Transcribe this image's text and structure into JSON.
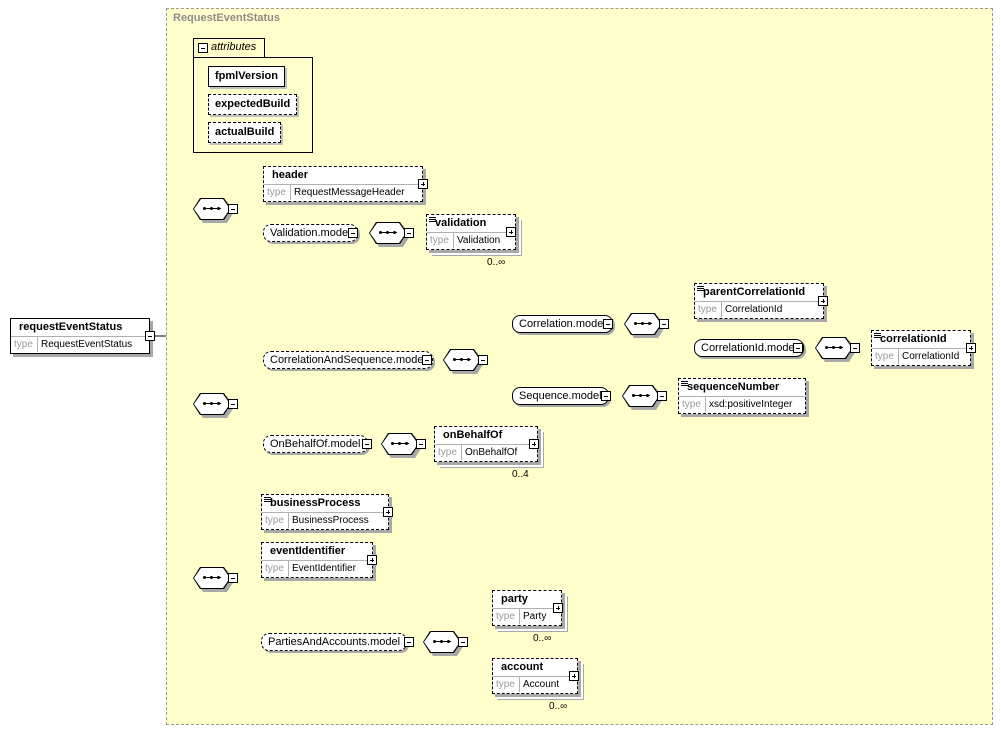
{
  "diagram": {
    "frame_title": "RequestEventStatus",
    "attributes_label": "attributes",
    "attributes": [
      {
        "name": "fpmlVersion",
        "optional": false
      },
      {
        "name": "expectedBuild",
        "optional": true
      },
      {
        "name": "actualBuild",
        "optional": true
      }
    ],
    "root": {
      "name": "requestEventStatus",
      "type_key": "type",
      "type": "RequestEventStatus"
    },
    "elements": {
      "header": {
        "name": "header",
        "type_key": "type",
        "type": "RequestMessageHeader"
      },
      "validation": {
        "name": "validation",
        "type_key": "type",
        "type": "Validation",
        "occurs": "0..∞"
      },
      "parentCorrelationId": {
        "name": "parentCorrelationId",
        "type_key": "type",
        "type": "CorrelationId"
      },
      "correlationId": {
        "name": "correlationId",
        "type_key": "type",
        "type": "CorrelationId"
      },
      "sequenceNumber": {
        "name": "sequenceNumber",
        "type_key": "type",
        "type": "xsd:positiveInteger"
      },
      "onBehalfOf": {
        "name": "onBehalfOf",
        "type_key": "type",
        "type": "OnBehalfOf",
        "occurs": "0..4"
      },
      "businessProcess": {
        "name": "businessProcess",
        "type_key": "type",
        "type": "BusinessProcess"
      },
      "eventIdentifier": {
        "name": "eventIdentifier",
        "type_key": "type",
        "type": "EventIdentifier"
      },
      "party": {
        "name": "party",
        "type_key": "type",
        "type": "Party",
        "occurs": "0..∞"
      },
      "account": {
        "name": "account",
        "type_key": "type",
        "type": "Account",
        "occurs": "0..∞"
      }
    },
    "groups": {
      "validation_model": "Validation.model",
      "correlation_and_sequence_model": "CorrelationAndSequence.model",
      "correlation_model": "Correlation.model",
      "correlation_id_model": "CorrelationId.model",
      "sequence_model": "Sequence.model",
      "on_behalf_of_model": "OnBehalfOf.model",
      "parties_and_accounts_model": "PartiesAndAccounts.model"
    },
    "colors": {
      "background": "#ffffcc",
      "frame_border": "#9a9a9a",
      "shadow": "#a8a8a8"
    }
  }
}
